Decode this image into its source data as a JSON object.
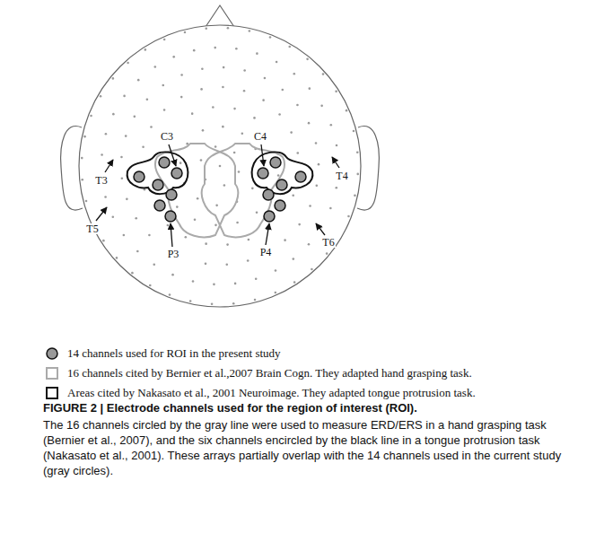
{
  "diagram": {
    "title": "FIGURE 2 | Electrode channels used for the region of interest (ROI).",
    "caption": "The 16 channels circled by the gray line were used to measure ERD/ERS in a hand grasping task (Bernier et al., 2007), and the six channels encircled by the black line in a tongue protrusion task (Nakasato et al., 2001). These arrays partially overlap with the 14 channels used in the current study (gray circles).",
    "labels": [
      "C3",
      "C4",
      "T3",
      "T4",
      "T5",
      "T6",
      "P3",
      "P4"
    ],
    "legend": [
      {
        "text": "14 channels used for ROI in the present study"
      },
      {
        "text": "16 channels cited by Bernier et al.,2007 Brain Cogn. They adapted hand grasping task."
      },
      {
        "text": "Areas cited by Nakasato et al., 2001 Neuroimage. They adapted tongue protrusion task."
      }
    ]
  }
}
